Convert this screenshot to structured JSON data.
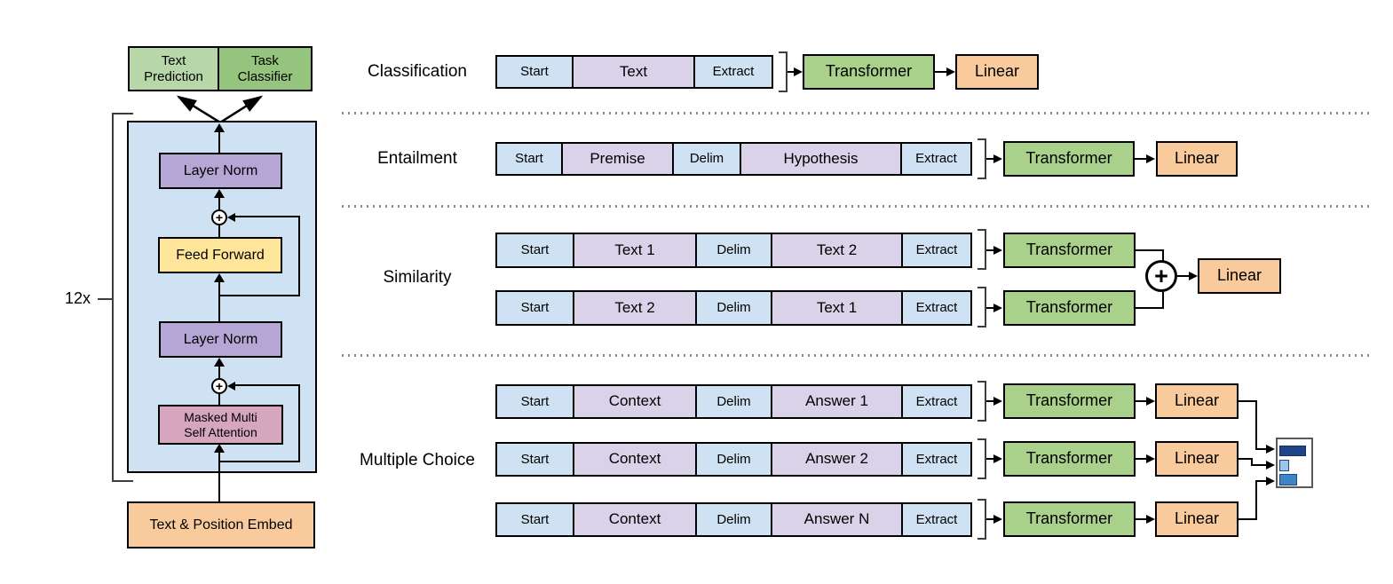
{
  "colors": {
    "segment_blue": "#cfe2f3",
    "segment_purple": "#d9d2e9",
    "transformer_green": "#a9d18c",
    "linear_orange": "#f9cb9c",
    "text_prediction_green": "#b7d7a8",
    "task_classifier_green": "#94c47d",
    "layer_norm_purple": "#b4a7d6",
    "feed_forward_yellow": "#ffe599",
    "attention_pink": "#d5a6bd",
    "embed_orange": "#f9cb9c",
    "block_background_blue": "#cfe2f3",
    "bar_dark_blue": "#1c4587",
    "bar_light_blue": "#9fc5e8",
    "bar_mid_blue": "#3d85c6"
  },
  "model": {
    "repeat_label": "12x",
    "text_prediction": [
      "Text",
      "Prediction"
    ],
    "task_classifier": [
      "Task",
      "Classifier"
    ],
    "layer_norm_top": "Layer Norm",
    "feed_forward": "Feed Forward",
    "layer_norm_bottom": "Layer Norm",
    "masked_attention": [
      "Masked Multi",
      "Self Attention"
    ],
    "embed": "Text & Position Embed",
    "plus": "+"
  },
  "pipeline": {
    "transformer": "Transformer",
    "linear": "Linear",
    "plus": "+"
  },
  "tasks": {
    "classification": {
      "label": "Classification",
      "row": {
        "start": "Start",
        "text": "Text",
        "extract": "Extract"
      }
    },
    "entailment": {
      "label": "Entailment",
      "row": {
        "start": "Start",
        "premise": "Premise",
        "delim": "Delim",
        "hypothesis": "Hypothesis",
        "extract": "Extract"
      }
    },
    "similarity": {
      "label": "Similarity",
      "row1": {
        "start": "Start",
        "first": "Text 1",
        "delim": "Delim",
        "second": "Text 2",
        "extract": "Extract"
      },
      "row2": {
        "start": "Start",
        "first": "Text 2",
        "delim": "Delim",
        "second": "Text 1",
        "extract": "Extract"
      }
    },
    "multiple_choice": {
      "label": "Multiple Choice",
      "row1": {
        "start": "Start",
        "context": "Context",
        "delim": "Delim",
        "answer": "Answer 1",
        "extract": "Extract"
      },
      "row2": {
        "start": "Start",
        "context": "Context",
        "delim": "Delim",
        "answer": "Answer 2",
        "extract": "Extract"
      },
      "row3": {
        "start": "Start",
        "context": "Context",
        "delim": "Delim",
        "answer": "Answer N",
        "extract": "Extract"
      }
    }
  }
}
